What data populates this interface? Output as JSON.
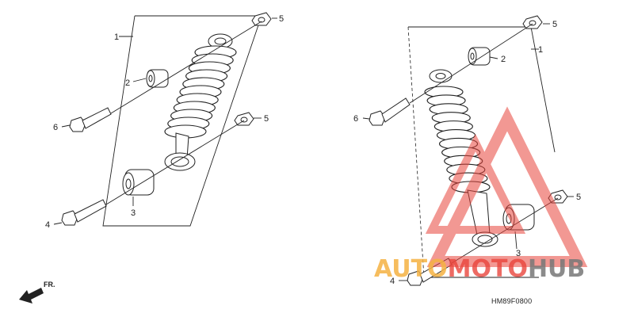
{
  "left_assembly": {
    "callouts": {
      "shock": "1",
      "upper_bushing": "2",
      "lower_bushing": "3",
      "lower_bolt": "4",
      "upper_nut": "5",
      "lower_nut": "5",
      "upper_bolt": "6"
    }
  },
  "right_assembly": {
    "callouts": {
      "shock": "1",
      "upper_bushing": "2",
      "lower_bushing": "3",
      "lower_bolt": "4",
      "upper_nut": "5",
      "lower_nut": "5",
      "upper_bolt": "6"
    }
  },
  "direction_indicator": {
    "label": "FR."
  },
  "diagram_code": "HM89F0800",
  "watermark": {
    "part1": "AUTO",
    "part2": "MOTO",
    "part3": "HUB"
  },
  "colors": {
    "line": "#222222",
    "watermark_orange": "#f4b142",
    "watermark_red": "#e8453c",
    "watermark_gray": "#777777"
  }
}
